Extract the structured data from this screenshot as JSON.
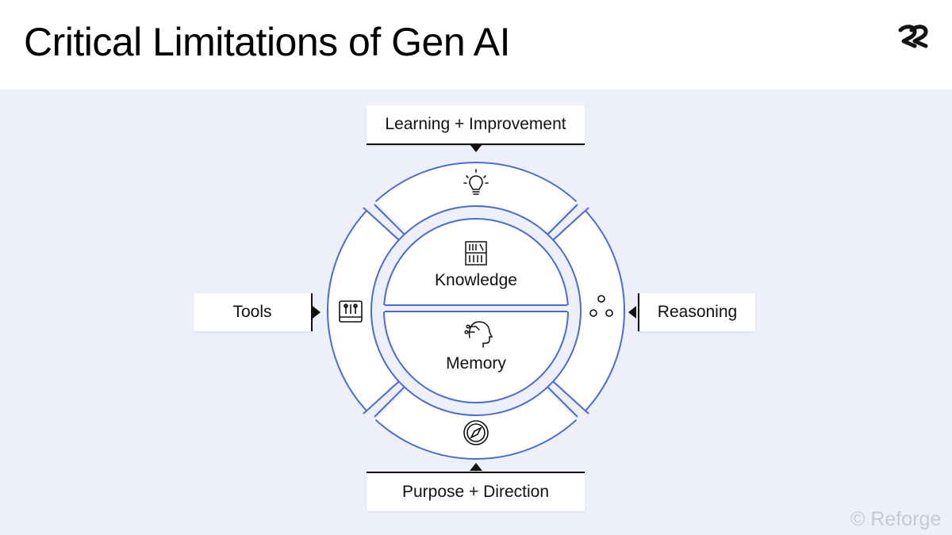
{
  "title": "Critical Limitations of Gen AI",
  "brand_logo": "reforge-logo",
  "watermark": "© Reforge",
  "diagram": {
    "callouts": {
      "top": "Learning + Improvement",
      "bottom": "Purpose + Direction",
      "left": "Tools",
      "right": "Reasoning"
    },
    "core": {
      "upper": {
        "label": "Knowledge",
        "icon": "bookshelf-icon"
      },
      "lower": {
        "label": "Memory",
        "icon": "head-circuit-icon"
      }
    },
    "ring_icons": {
      "top": "lightbulb-icon",
      "bottom": "compass-icon",
      "left": "toolbox-icon",
      "right": "three-circles-icon"
    },
    "colors": {
      "ring_stroke": "#4a6bd0",
      "background": "#edeffa",
      "text": "#111111"
    }
  }
}
